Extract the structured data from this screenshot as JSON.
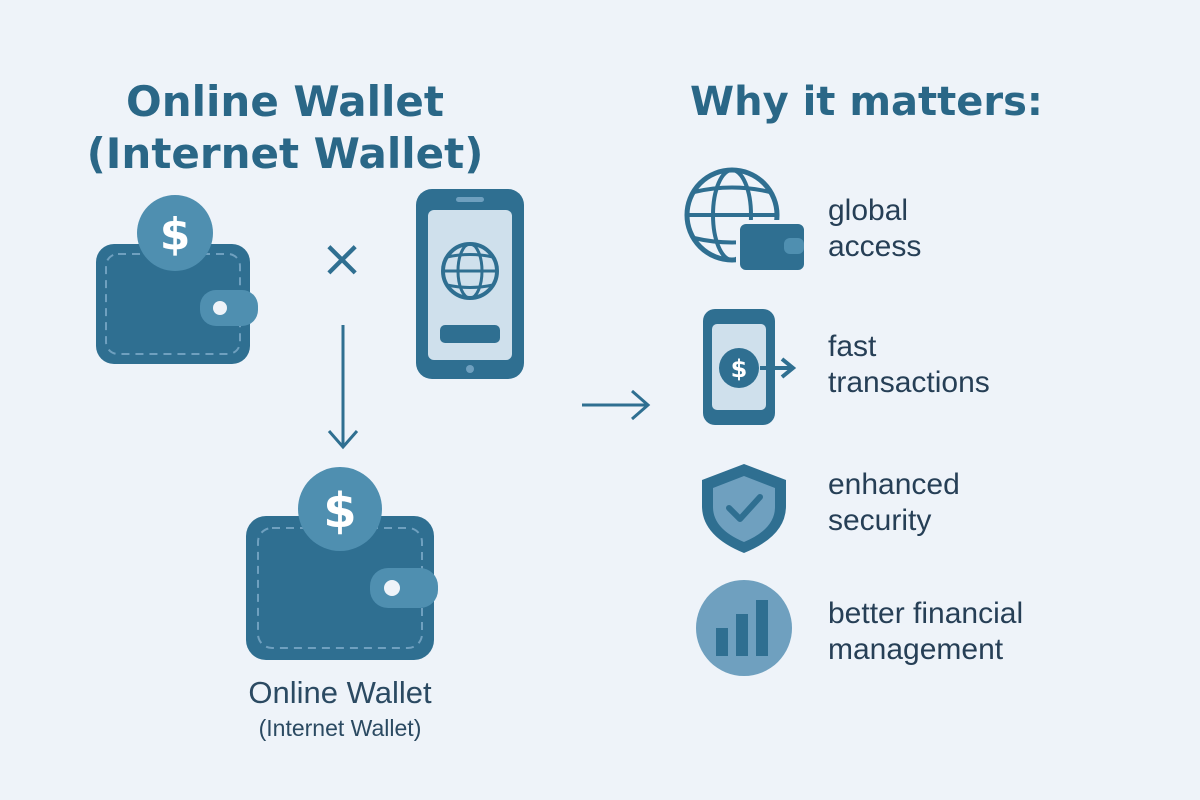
{
  "left": {
    "title_line1": "Online Wallet",
    "title_line2": "(Internet Wallet)",
    "caption_line1": "Online Wallet",
    "caption_line2": "(Internet Wallet)",
    "operator_symbol": "×"
  },
  "right": {
    "title": "Why it matters:",
    "benefits": [
      {
        "line1": "global",
        "line2": "access",
        "icon": "globe-wallet-icon"
      },
      {
        "line1": "fast",
        "line2": "transactions",
        "icon": "phone-dollar-icon"
      },
      {
        "line1": "enhanced",
        "line2": "security",
        "icon": "shield-check-icon"
      },
      {
        "line1": "better financial",
        "line2": "management",
        "icon": "bar-chart-icon"
      }
    ]
  },
  "colors": {
    "background": "#eef3f9",
    "primary": "#2f6f91",
    "accent": "#4f8fb0",
    "light": "#cfe0ec",
    "dark_text": "#263f56"
  }
}
